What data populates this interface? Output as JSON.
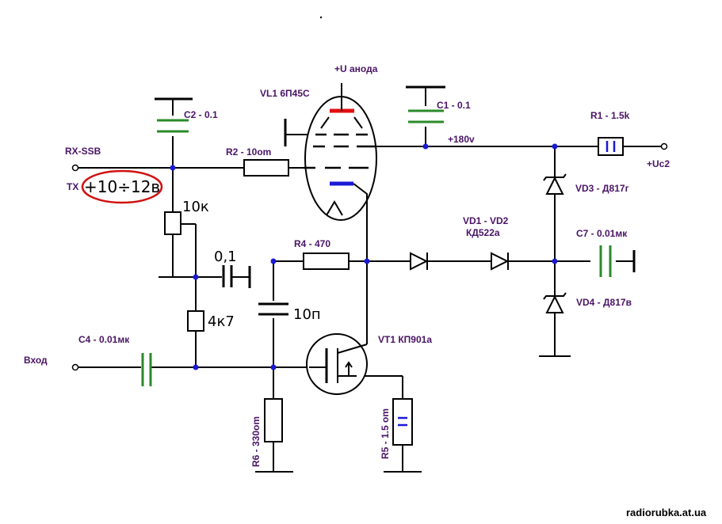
{
  "labels": {
    "anode": "+U анода",
    "tube": "VL1 6П45С",
    "c2": "C2 - 0.1",
    "c1": "C1 - 0.1",
    "r1": "R1 - 1.5k",
    "v180": "+180v",
    "uc2": "+Uc2",
    "rxssb": "RX-SSB",
    "tx": "TX",
    "r2": "R2 - 10om",
    "vd3": "VD3 - Д817г",
    "vd1vd2": "VD1 - VD2",
    "kd522": "КД522а",
    "c7": "C7 - 0.01мк",
    "r4": "R4 - 470",
    "vd4": "VD4 - Д817в",
    "vt1": "VT1 КП901а",
    "c4": "C4 - 0.01мк",
    "input": "Вход",
    "r6": "R6 - 330om",
    "r5": "R5 - 1.5 om"
  },
  "handwritten": {
    "supply": "+10÷12в",
    "pot": "10к",
    "cap01": "0,1",
    "r4k7": "4к7",
    "cap10p": "10п"
  },
  "watermark": "radiorubka.at.ua",
  "colors": {
    "label": "#4a1466",
    "capacitor": "#2a8a2a",
    "anode_marker": "#e01010",
    "cathode_marker": "#1a1ad6",
    "junction": "#1a1ad6",
    "circle_highlight": "#d01010"
  }
}
